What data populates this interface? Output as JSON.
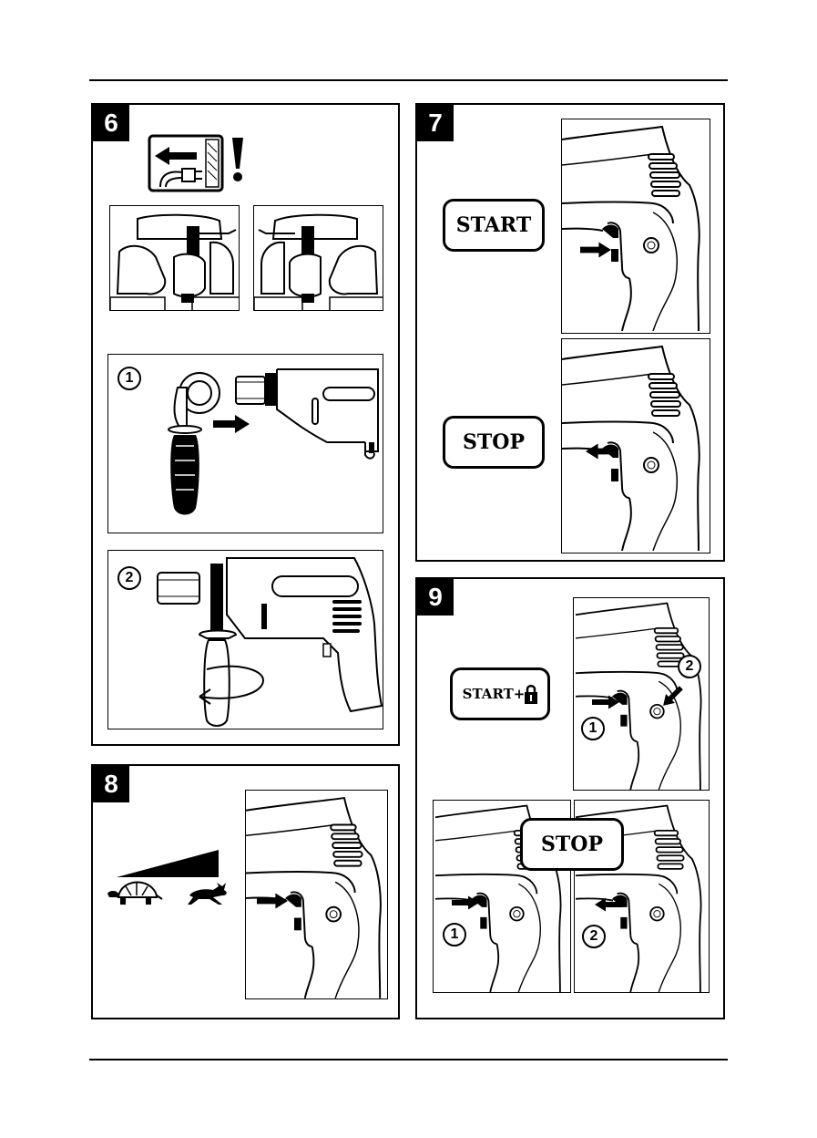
{
  "sections": {
    "s6": {
      "number": "6",
      "step1": "1",
      "step2": "2"
    },
    "s7": {
      "number": "7",
      "start": "START",
      "stop": "STOP"
    },
    "s8": {
      "number": "8"
    },
    "s9": {
      "number": "9",
      "start_lock": "START+",
      "stop": "STOP",
      "c1": "1",
      "c2": "2",
      "b1": "1",
      "b2": "2"
    }
  },
  "icons": [
    "unplug-warning-icon",
    "exclamation-icon",
    "turtle-icon",
    "rabbit-icon",
    "lock-icon",
    "arrow-icon"
  ]
}
